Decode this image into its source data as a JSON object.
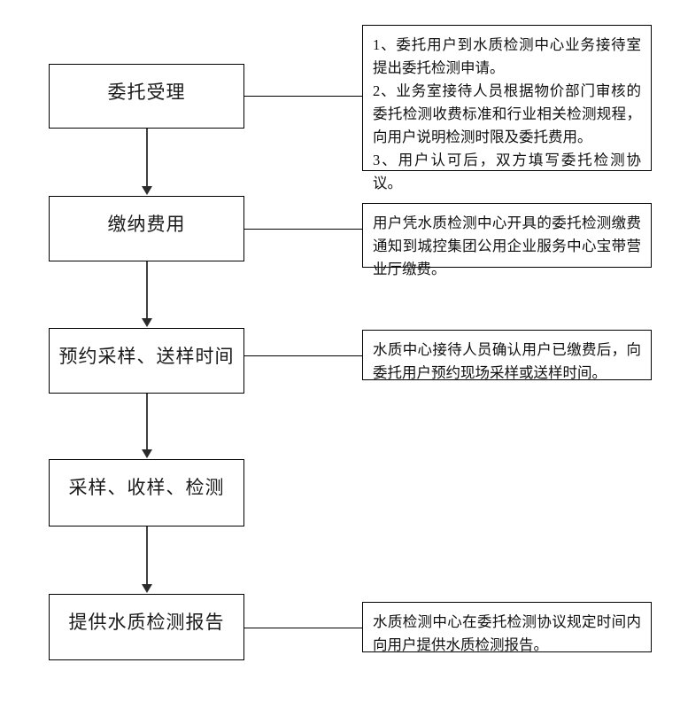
{
  "diagram": {
    "title": "水质检测委托流程图",
    "orientation": "vertical-flow-with-side-annotations",
    "stroke_color": "#000000",
    "arrow_color": "#404040",
    "background_color": "#ffffff"
  },
  "steps": [
    {
      "id": "step-1",
      "label": "委托受理"
    },
    {
      "id": "step-2",
      "label": "缴纳费用"
    },
    {
      "id": "step-3",
      "label": "预约采样、送样时间"
    },
    {
      "id": "step-4",
      "label": "采样、收样、检测"
    },
    {
      "id": "step-5",
      "label": "提供水质检测报告"
    }
  ],
  "notes": [
    {
      "id": "note-1",
      "for_step": "step-1",
      "text": "1、委托用户到水质检测中心业务接待室提出委托检测申请。\n2、业务室接待人员根据物价部门审核的委托检测收费标准和行业相关检测规程，向用户说明检测时限及委托费用。\n3、用户认可后，双方填写委托检测协议。"
    },
    {
      "id": "note-2",
      "for_step": "step-2",
      "text": "用户凭水质检测中心开具的委托检测缴费通知到城控集团公用企业服务中心宝带营业厅缴费。"
    },
    {
      "id": "note-3",
      "for_step": "step-3",
      "text": "水质中心接待人员确认用户已缴费后，向委托用户预约现场采样或送样时间。"
    },
    {
      "id": "note-5",
      "for_step": "step-5",
      "text": "水质检测中心在委托检测协议规定时间内向用户提供水质检测报告。"
    }
  ]
}
